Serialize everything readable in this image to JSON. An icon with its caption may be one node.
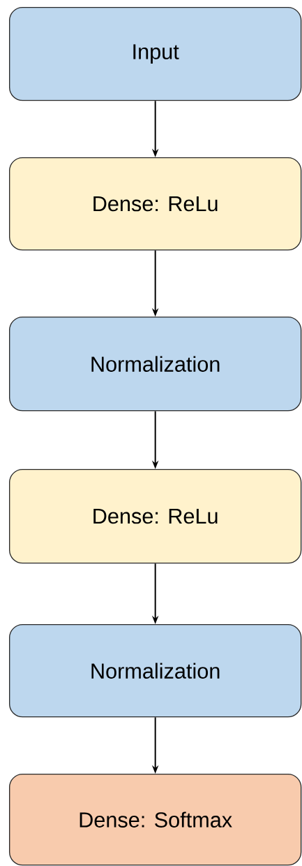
{
  "diagram": {
    "nodes": [
      {
        "text": [
          "Input"
        ]
      },
      {
        "text": [
          "Dense: ReLu"
        ]
      },
      {
        "text": [
          "Normalization"
        ]
      },
      {
        "text": [
          "Dense: ReLu"
        ]
      },
      {
        "text": [
          "Normalization"
        ]
      },
      {
        "text": [
          "Dense: Softmax"
        ]
      }
    ],
    "edges": [
      {
        "from": 0,
        "to": 1,
        "arrow": "to"
      },
      {
        "from": 1,
        "to": 2,
        "arrow": "to"
      },
      {
        "from": 2,
        "to": 3,
        "arrow": "to"
      },
      {
        "from": 3,
        "to": 4,
        "arrow": "to"
      },
      {
        "from": 4,
        "to": 5,
        "arrow": "to"
      }
    ]
  }
}
